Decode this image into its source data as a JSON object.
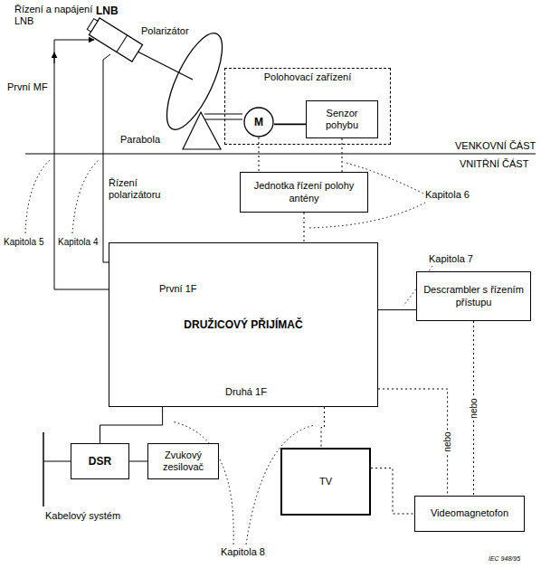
{
  "diagram": {
    "nodes": [
      {
        "text": [
          "Polohovací zařízení"
        ]
      },
      {
        "text": [
          "M"
        ],
        "in": 0
      },
      {
        "text": [
          "Senzor pohybu"
        ],
        "in": 0
      },
      {
        "text": [
          "Jednotka řízení polohy antény"
        ]
      },
      {
        "text": [
          "První 1F",
          "DRUŽICOVÝ PŘIJÍMAČ",
          "Druhá 1F"
        ]
      },
      {
        "text": [
          "Descrambler s řízením přístupu"
        ]
      },
      {
        "text": [
          "DSR"
        ]
      },
      {
        "text": [
          "Zvukový zesilovač"
        ]
      },
      {
        "text": [
          "TV"
        ]
      },
      {
        "text": [
          "Videomagnetofon"
        ]
      }
    ],
    "edges": [
      {
        "from": 1,
        "to": 2,
        "arrow": "none"
      },
      {
        "from": 1,
        "to": 3,
        "arrow": "none"
      },
      {
        "from": 2,
        "to": 3,
        "arrow": "none"
      },
      {
        "from": 3,
        "to": 4,
        "arrow": "none"
      },
      {
        "from": 4,
        "to": 5,
        "arrow": "none"
      },
      {
        "from": 4,
        "to": 6,
        "arrow": "none"
      },
      {
        "from": 6,
        "to": 7,
        "arrow": "none"
      },
      {
        "from": 4,
        "to": 8,
        "arrow": "none"
      },
      {
        "from": 4,
        "to": 9,
        "label": "nebo",
        "arrow": "none"
      },
      {
        "from": 5,
        "to": 9,
        "label": "nebo",
        "arrow": "none"
      },
      {
        "from": 8,
        "to": 9,
        "arrow": "none"
      }
    ],
    "labels": [
      "Řízení a napájení LNB",
      "LNB",
      "Polarizátor",
      "První MF",
      "Parabola",
      "VENKOVNÍ ČÁST",
      "VNITŘNÍ ČÁST",
      "Řízení polarizátoru",
      "Kapitola 5",
      "Kapitola 4",
      "Kapitola 6",
      "Kapitola 7",
      "Kapitola 8",
      "IEC 948/95",
      "Kabelový systém"
    ]
  }
}
